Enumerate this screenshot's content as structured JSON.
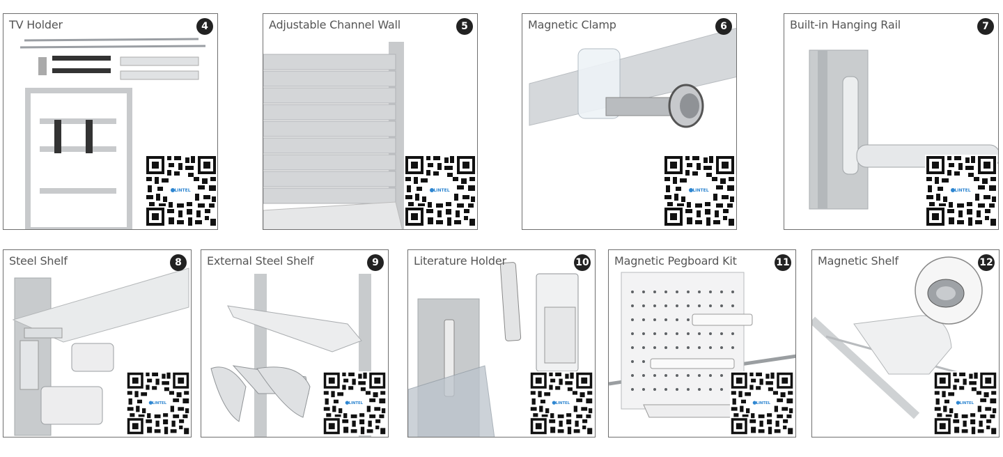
{
  "cards": [
    {
      "title": "TV Holder",
      "number": "4"
    },
    {
      "title": "Adjustable Channel Wall",
      "number": "5"
    },
    {
      "title": "Magnetic Clamp",
      "number": "6"
    },
    {
      "title": "Built-in Hanging Rail",
      "number": "7"
    },
    {
      "title": "Steel Shelf",
      "number": "8"
    },
    {
      "title": "External Steel Shelf",
      "number": "9"
    },
    {
      "title": "Literature Holder",
      "number": "10"
    },
    {
      "title": "Magnetic Pegboard Kit",
      "number": "11"
    },
    {
      "title": "Magnetic Shelf",
      "number": "12"
    }
  ],
  "qr_logo_text": "LINTEL",
  "colors": {
    "border": "#6e6e6e",
    "badge": "#222222",
    "metal": "#c8cacc",
    "aluminum": "#d9dbdd"
  }
}
